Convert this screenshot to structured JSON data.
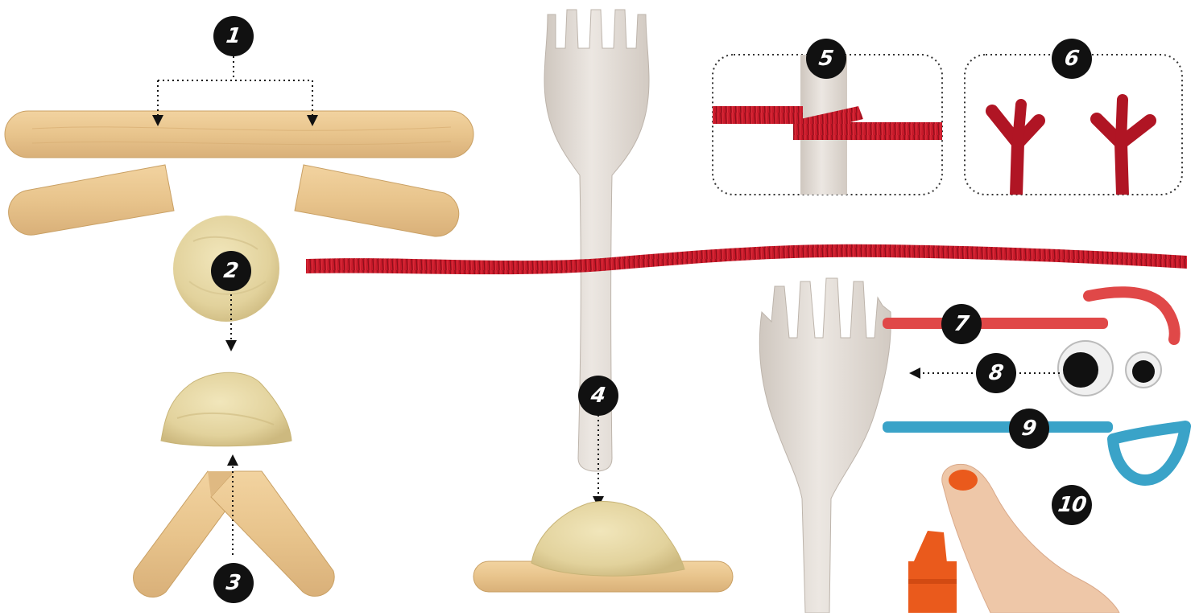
{
  "steps": {
    "s1": "1",
    "s2": "2",
    "s3": "3",
    "s4": "4",
    "s5": "5",
    "s6": "6",
    "s7": "7",
    "s8": "8",
    "s9": "9",
    "s10": "10"
  },
  "colors": {
    "wood": "#e8c48c",
    "wood_dark": "#c9a064",
    "clay": "#e6d9a6",
    "pipe_red": "#c8192a",
    "spork": "#e3dcd5",
    "blue_clay": "#3aa3c8",
    "marker_orange": "#ea5a1c",
    "badge": "#111111"
  },
  "icons": [
    "popsicle-stick",
    "clay-ball",
    "spork",
    "pipe-cleaner",
    "googly-eye",
    "marker",
    "finger"
  ]
}
